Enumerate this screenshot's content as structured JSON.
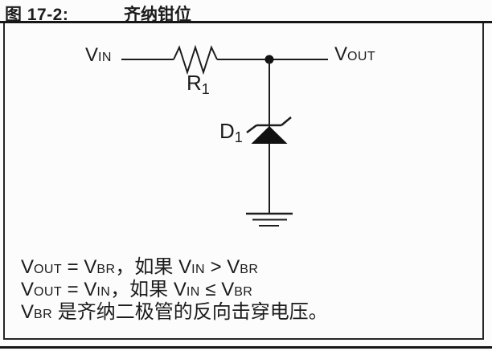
{
  "figure": {
    "label": "图 17-2:",
    "title": "齐纳钳位"
  },
  "circuit": {
    "input_label": [
      {
        "text": "V",
        "size": "big"
      },
      {
        "text": "IN",
        "size": "small"
      }
    ],
    "output_label": [
      {
        "text": "V",
        "size": "big"
      },
      {
        "text": "OUT",
        "size": "small"
      }
    ],
    "resistor_label": [
      {
        "text": "R",
        "size": "rbig"
      },
      {
        "text": "1",
        "size": "sub"
      }
    ],
    "diode_label": [
      {
        "text": "D",
        "size": "rbig"
      },
      {
        "text": "1",
        "size": "sub"
      }
    ]
  },
  "notes": {
    "line1": [
      {
        "text": "V",
        "size": "big"
      },
      {
        "text": "OUT",
        "size": "small"
      },
      {
        "text": " = ",
        "size": "big"
      },
      {
        "text": "V",
        "size": "big"
      },
      {
        "text": "BR",
        "size": "small"
      },
      {
        "text": "，如果 ",
        "size": "big"
      },
      {
        "text": "V",
        "size": "big"
      },
      {
        "text": "IN",
        "size": "small"
      },
      {
        "text": " > ",
        "size": "big"
      },
      {
        "text": "V",
        "size": "big"
      },
      {
        "text": "BR",
        "size": "small"
      }
    ],
    "line2": [
      {
        "text": "V",
        "size": "big"
      },
      {
        "text": "OUT",
        "size": "small"
      },
      {
        "text": " = ",
        "size": "big"
      },
      {
        "text": "V",
        "size": "big"
      },
      {
        "text": "IN",
        "size": "small"
      },
      {
        "text": "，如果 ",
        "size": "big"
      },
      {
        "text": "V",
        "size": "big"
      },
      {
        "text": "IN",
        "size": "small"
      },
      {
        "text": " ≤ ",
        "size": "big"
      },
      {
        "text": "V",
        "size": "big"
      },
      {
        "text": "BR",
        "size": "small"
      }
    ],
    "line3": [
      {
        "text": "V",
        "size": "big"
      },
      {
        "text": "BR",
        "size": "small"
      },
      {
        "text": " 是齐纳二极管的反向击穿电压。",
        "size": "big"
      }
    ]
  },
  "colors": {
    "ink": "#1c1c1c",
    "background": "#fcfcfc"
  }
}
